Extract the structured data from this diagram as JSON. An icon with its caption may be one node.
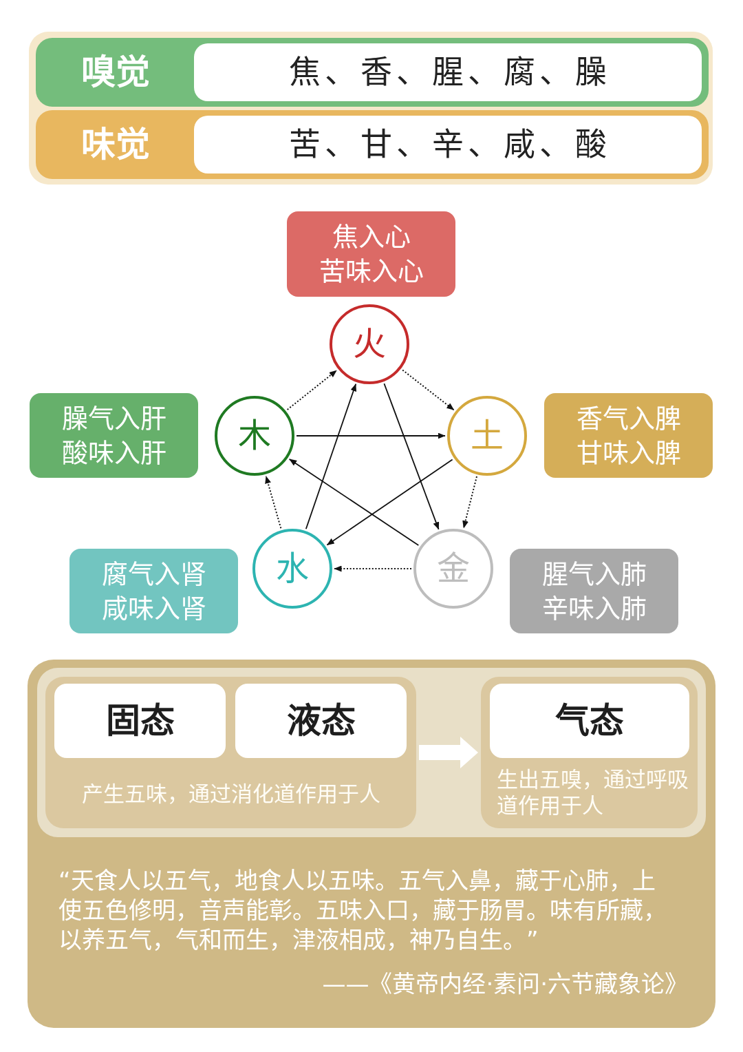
{
  "diagram": {
    "nodes": [
      {
        "text": [
          "嗅觉"
        ]
      },
      {
        "text": [
          "焦、香、腥、腐、臊"
        ],
        "in": 0
      },
      {
        "text": [
          "味觉"
        ]
      },
      {
        "text": [
          "苦、甘、辛、咸、酸"
        ],
        "in": 2
      },
      {
        "text": [
          "焦入心",
          "苦味入心"
        ]
      },
      {
        "text": [
          "火"
        ]
      },
      {
        "text": [
          "臊气入肝",
          "酸味入肝"
        ]
      },
      {
        "text": [
          "木"
        ]
      },
      {
        "text": [
          "土"
        ]
      },
      {
        "text": [
          "香气入脾",
          "甘味入脾"
        ]
      },
      {
        "text": [
          "腐气入肾",
          "咸味入肾"
        ]
      },
      {
        "text": [
          "水"
        ]
      },
      {
        "text": [
          "金"
        ]
      },
      {
        "text": [
          "腥气入肺",
          "辛味入肺"
        ]
      },
      {
        "text": [
          "“天食人以五气，地食人以五味。五气入鼻，藏于心肺，上使五色修明，音声能彰。五味入口，藏于肠胃。味有所藏，以养五气，气和而生，津液相成，神乃自生。”",
          "——《黄帝内经·素问·六节藏象论》"
        ]
      },
      {
        "text": [
          "产生五味，通过消化道作用于人"
        ],
        "in": 14
      },
      {
        "text": [
          "固态"
        ],
        "in": 15
      },
      {
        "text": [
          "液态"
        ],
        "in": 15
      },
      {
        "text": [
          "生出五嗅，通过呼吸道作用于人"
        ],
        "in": 14
      },
      {
        "text": [
          "气态"
        ],
        "in": 18
      }
    ],
    "edges": [
      {
        "from": 7,
        "to": 5,
        "arrow": "to",
        "style": "dashed"
      },
      {
        "from": 5,
        "to": 8,
        "arrow": "to",
        "style": "dashed"
      },
      {
        "from": 8,
        "to": 12,
        "arrow": "to",
        "style": "dashed"
      },
      {
        "from": 12,
        "to": 11,
        "arrow": "to",
        "style": "dashed"
      },
      {
        "from": 11,
        "to": 7,
        "arrow": "to",
        "style": "dashed"
      },
      {
        "from": 7,
        "to": 8,
        "arrow": "to"
      },
      {
        "from": 8,
        "to": 11,
        "arrow": "to"
      },
      {
        "from": 11,
        "to": 5,
        "arrow": "to"
      },
      {
        "from": 5,
        "to": 12,
        "arrow": "to"
      },
      {
        "from": 12,
        "to": 7,
        "arrow": "to"
      },
      {
        "from": 15,
        "to": 18,
        "arrow": "to",
        "style": "thick",
        "color": "#ffffff"
      }
    ]
  }
}
